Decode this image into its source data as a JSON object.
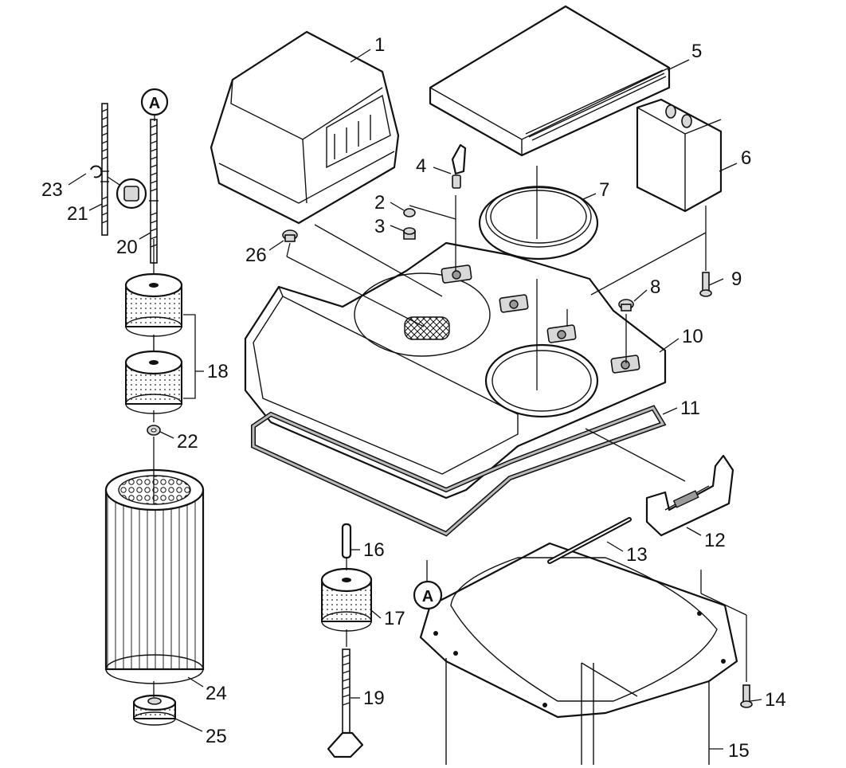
{
  "diagram": {
    "ref_mark": "A",
    "callouts": [
      {
        "id": "c1",
        "label": "1"
      },
      {
        "id": "c2",
        "label": "2"
      },
      {
        "id": "c3",
        "label": "3"
      },
      {
        "id": "c4",
        "label": "4"
      },
      {
        "id": "c5",
        "label": "5"
      },
      {
        "id": "c6",
        "label": "6"
      },
      {
        "id": "c7",
        "label": "7"
      },
      {
        "id": "c8",
        "label": "8"
      },
      {
        "id": "c9",
        "label": "9"
      },
      {
        "id": "c10",
        "label": "10"
      },
      {
        "id": "c11",
        "label": "11"
      },
      {
        "id": "c12",
        "label": "12"
      },
      {
        "id": "c13",
        "label": "13"
      },
      {
        "id": "c14",
        "label": "14"
      },
      {
        "id": "c15",
        "label": "15"
      },
      {
        "id": "c16",
        "label": "16"
      },
      {
        "id": "c17",
        "label": "17"
      },
      {
        "id": "c18",
        "label": "18"
      },
      {
        "id": "c19",
        "label": "19"
      },
      {
        "id": "c20",
        "label": "20"
      },
      {
        "id": "c21",
        "label": "21"
      },
      {
        "id": "c22",
        "label": "22"
      },
      {
        "id": "c23",
        "label": "23"
      },
      {
        "id": "c24",
        "label": "24"
      },
      {
        "id": "c25",
        "label": "25"
      },
      {
        "id": "c26",
        "label": "26"
      }
    ]
  }
}
